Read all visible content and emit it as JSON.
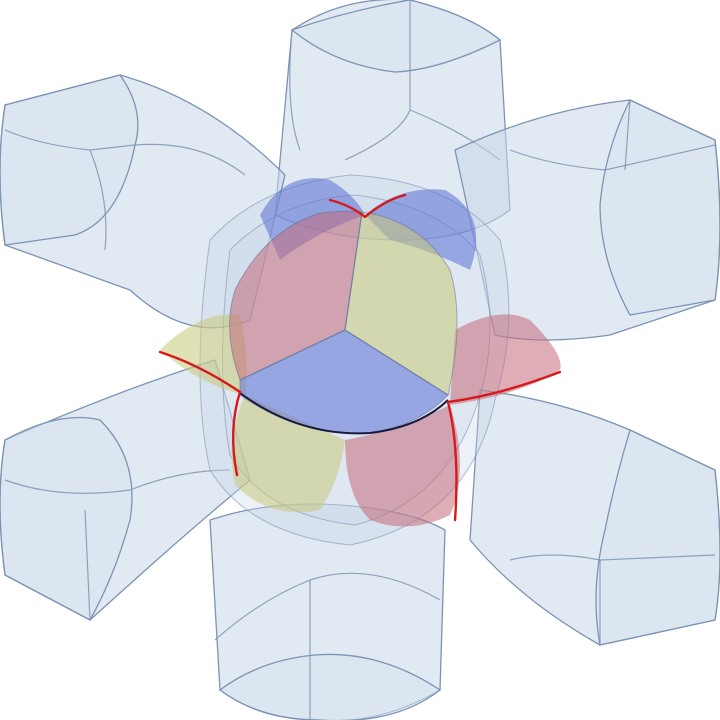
{
  "colors": {
    "background": "#ffffff",
    "tube_fill": "#c9d7e8",
    "tube_face": "#d8e3ef",
    "edge": "#7c94b4",
    "blue_region": "#5a6fd6",
    "red_region": "#c46a7a",
    "yellow_region": "#c8c97a",
    "seam": "#d61a1a"
  },
  "tubes": [
    "top",
    "bottom",
    "upper-left",
    "lower-left",
    "upper-right",
    "lower-right"
  ],
  "ball_regions": [
    "red",
    "yellow",
    "blue"
  ],
  "lobes": [
    "blue",
    "blue",
    "red",
    "yellow",
    "yellow",
    "red"
  ]
}
